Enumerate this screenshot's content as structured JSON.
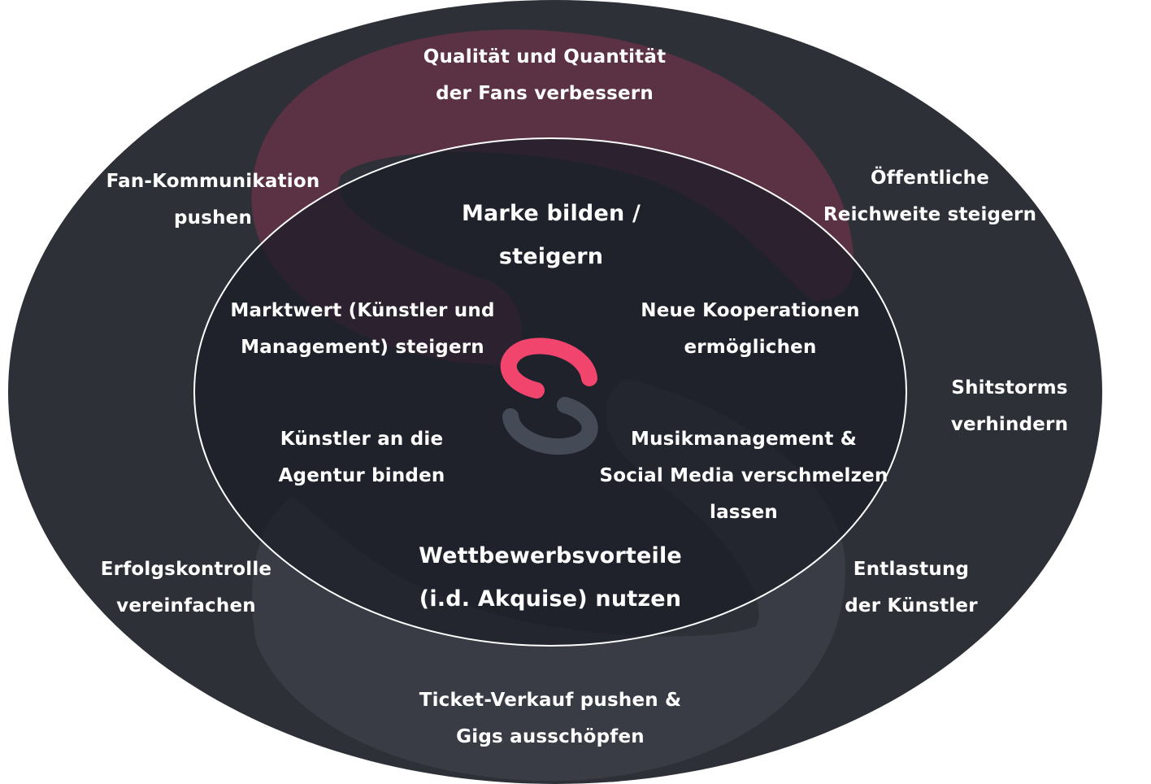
{
  "colors": {
    "outer_fill": "#2e3037",
    "inner_fill": "#1b1d27",
    "inner_stroke": "#ffffff",
    "swirl_top": "#6b3149",
    "swirl_bottom": "#3c3f49",
    "logo_pink": "#f2456e",
    "logo_gray": "#454b56",
    "text": "#ffffff"
  },
  "center_logo": {
    "icon": "chain-link-logo-icon"
  },
  "inner_ring": [
    {
      "lines": [
        "Marke bilden /",
        "steigern"
      ]
    },
    {
      "lines": [
        "Marktwert (Künstler und",
        "Management) steigern"
      ]
    },
    {
      "lines": [
        "Neue Kooperationen",
        "ermöglichen"
      ]
    },
    {
      "lines": [
        "Künstler an die",
        "Agentur binden"
      ]
    },
    {
      "lines": [
        "Musikmanagement &",
        "Social Media verschmelzen",
        "lassen"
      ]
    },
    {
      "lines": [
        "Wettbewerbsvorteile",
        "(i.d. Akquise) nutzen"
      ]
    }
  ],
  "outer_ring": [
    {
      "lines": [
        "Qualität und  Quantität",
        "der Fans verbessern"
      ]
    },
    {
      "lines": [
        "Fan-Kommunikation",
        "pushen"
      ]
    },
    {
      "lines": [
        "Öffentliche",
        "Reichweite steigern"
      ]
    },
    {
      "lines": [
        "Shitstorms",
        "verhindern"
      ]
    },
    {
      "lines": [
        "Erfolgskontrolle",
        "vereinfachen"
      ]
    },
    {
      "lines": [
        "Entlastung",
        "der Künstler"
      ]
    },
    {
      "lines": [
        "Ticket-Verkauf pushen &",
        "Gigs ausschöpfen"
      ]
    }
  ]
}
